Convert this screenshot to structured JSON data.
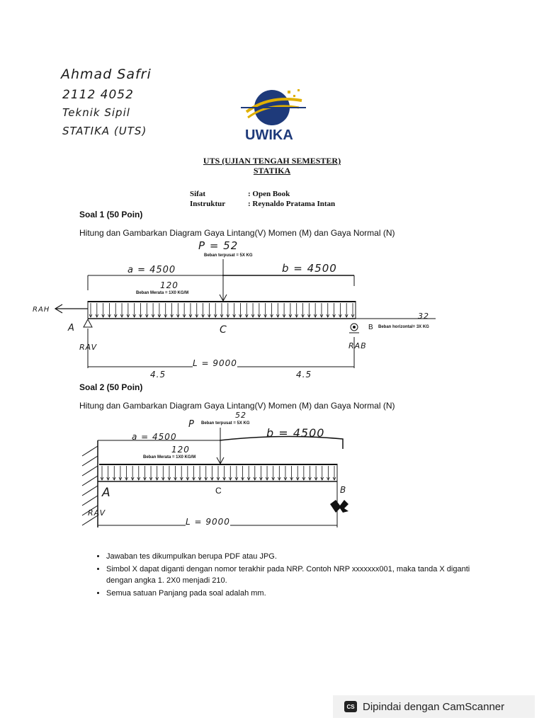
{
  "handwritten": {
    "name": "Ahmad Safri",
    "nrp": "2112 4052",
    "dept": "Teknik Sipil",
    "course": "STATIKA (UTS)"
  },
  "logo": {
    "text": "UWIKA"
  },
  "header": {
    "title": "UTS (UJIAN TENGAH SEMESTER)",
    "subtitle": "STATIKA"
  },
  "meta": {
    "sifat_label": "Sifat",
    "sifat_value": ": Open Book",
    "instruktur_label": "Instruktur",
    "instruktur_value": ": Reynaldo Pratama Intan"
  },
  "soal1": {
    "heading": "Soal 1 (50 Poin)",
    "question": "Hitung dan Gambarkan Diagram Gaya Lintang(V) Momen (M) dan Gaya Normal (N)",
    "p_hand": "P = 52",
    "p_label": "Beban terpusat = 5X KG",
    "a_hand": "a = 4500",
    "b_hand": "b = 4500",
    "q_hand": "120",
    "q_label": "Beban Merata = 1X0 KG/M",
    "rah": "RAH",
    "h_hand": "32",
    "h_label": "Beban horizontal= 3X KG",
    "node_a": "A",
    "node_b": "B",
    "node_c": "C",
    "rav": "RAV",
    "rab": "RAB",
    "l_hand": "L = 9000",
    "seg_left": "4.5",
    "seg_right": "4.5"
  },
  "soal2": {
    "heading": "Soal 2 (50 Poin)",
    "question": "Hitung dan Gambarkan Diagram Gaya Lintang(V) Momen (M) dan Gaya Normal (N)",
    "p_hand": "P",
    "p_val": "52",
    "p_label": "Beban terpusat = 5X KG",
    "a_hand": "a = 4500",
    "b_hand": "b = 4500",
    "q_hand": "120",
    "q_label": "Beban Merata = 1X0 KG/M",
    "node_a": "A",
    "node_b": "B",
    "node_c": "C",
    "rav": "RAV",
    "l_hand": "L = 9000"
  },
  "notes": [
    "Jawaban tes dikumpulkan berupa PDF atau JPG.",
    "Simbol X dapat diganti dengan nomor terakhir pada NRP. Contoh NRP xxxxxxx001, maka tanda X diganti dengan angka 1. 2X0 menjadi 210.",
    "Semua satuan Panjang pada soal adalah mm."
  ],
  "scanner": {
    "badge": "CS",
    "text": "Dipindai dengan CamScanner"
  }
}
